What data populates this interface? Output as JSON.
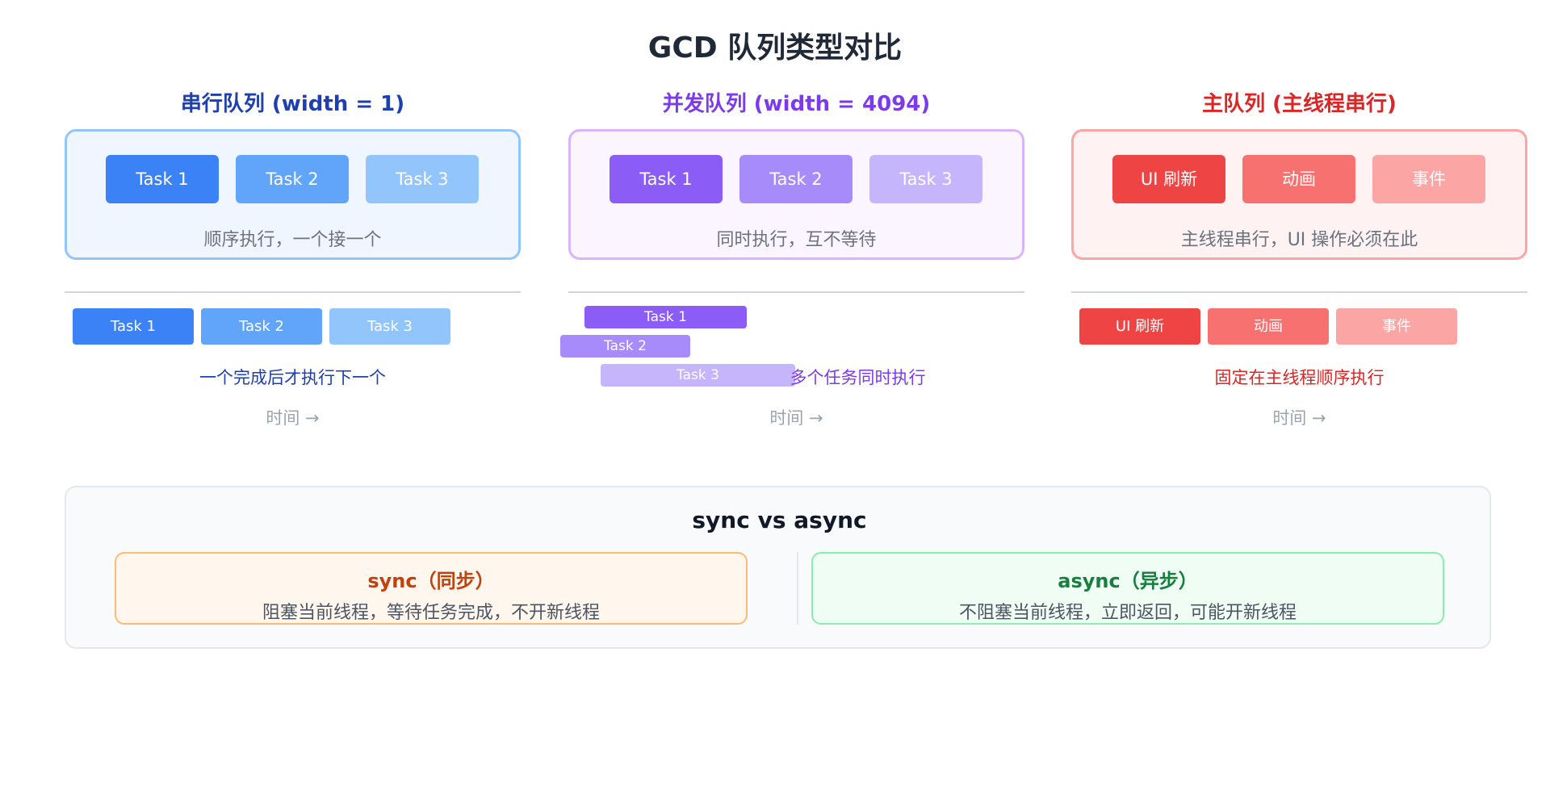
{
  "title": "GCD 队列类型对比",
  "serial": {
    "title": "串行队列 (width = 1)",
    "tasks": [
      "Task 1",
      "Task 2",
      "Task 3"
    ],
    "desc": "顺序执行，一个接一个",
    "timeline_tasks": [
      "Task 1",
      "Task 2",
      "Task 3"
    ],
    "note": "一个完成后才执行下一个",
    "time_label": "时间 →",
    "color": "#3b82f6"
  },
  "concurrent": {
    "title": "并发队列 (width = 4094)",
    "tasks": [
      "Task 1",
      "Task 2",
      "Task 3"
    ],
    "desc": "同时执行，互不等待",
    "timeline_tasks": [
      "Task 1",
      "Task 2",
      "Task 3"
    ],
    "note": "多个任务同时执行",
    "time_label": "时间 →",
    "color": "#8b5cf6"
  },
  "main": {
    "title": "主队列 (主线程串行)",
    "tasks": [
      "UI 刷新",
      "动画",
      "事件"
    ],
    "desc": "主线程串行，UI 操作必须在此",
    "timeline_tasks": [
      "UI 刷新",
      "动画",
      "事件"
    ],
    "note": "固定在主线程顺序执行",
    "time_label": "时间 →",
    "color": "#ef4444"
  },
  "bottom": {
    "title": "sync vs async",
    "sync": {
      "name": "sync（同步）",
      "desc": "阻塞当前线程，等待任务完成，不开新线程"
    },
    "async": {
      "name": "async（异步）",
      "desc": "不阻塞当前线程，立即返回，可能开新线程"
    }
  }
}
